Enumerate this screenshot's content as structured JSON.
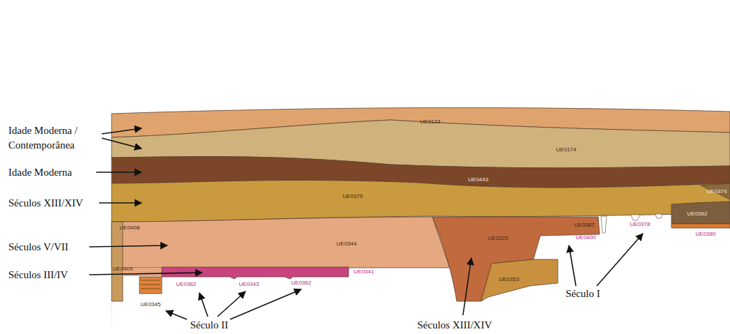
{
  "diagram": {
    "labels": [
      "Idade Moderna / Contemporânea",
      "Idade Moderna",
      "Séculos XIII/XIV",
      "Séculos V/VII",
      "Séculos III/IV",
      "UE0123",
      "UE0174",
      "UE0443",
      "UE0375",
      "UE0408",
      "UE0344",
      "UE0325",
      "UE0382",
      "UE0378",
      "UE0400",
      "UE0362",
      "UE0380",
      "UE0374",
      "UE0409",
      "UE0341",
      "UE0362",
      "UE0343",
      "UE0362",
      "UE0345",
      "UE0353",
      "Século II",
      "Séculos XIII/XIV",
      "Século I"
    ]
  }
}
